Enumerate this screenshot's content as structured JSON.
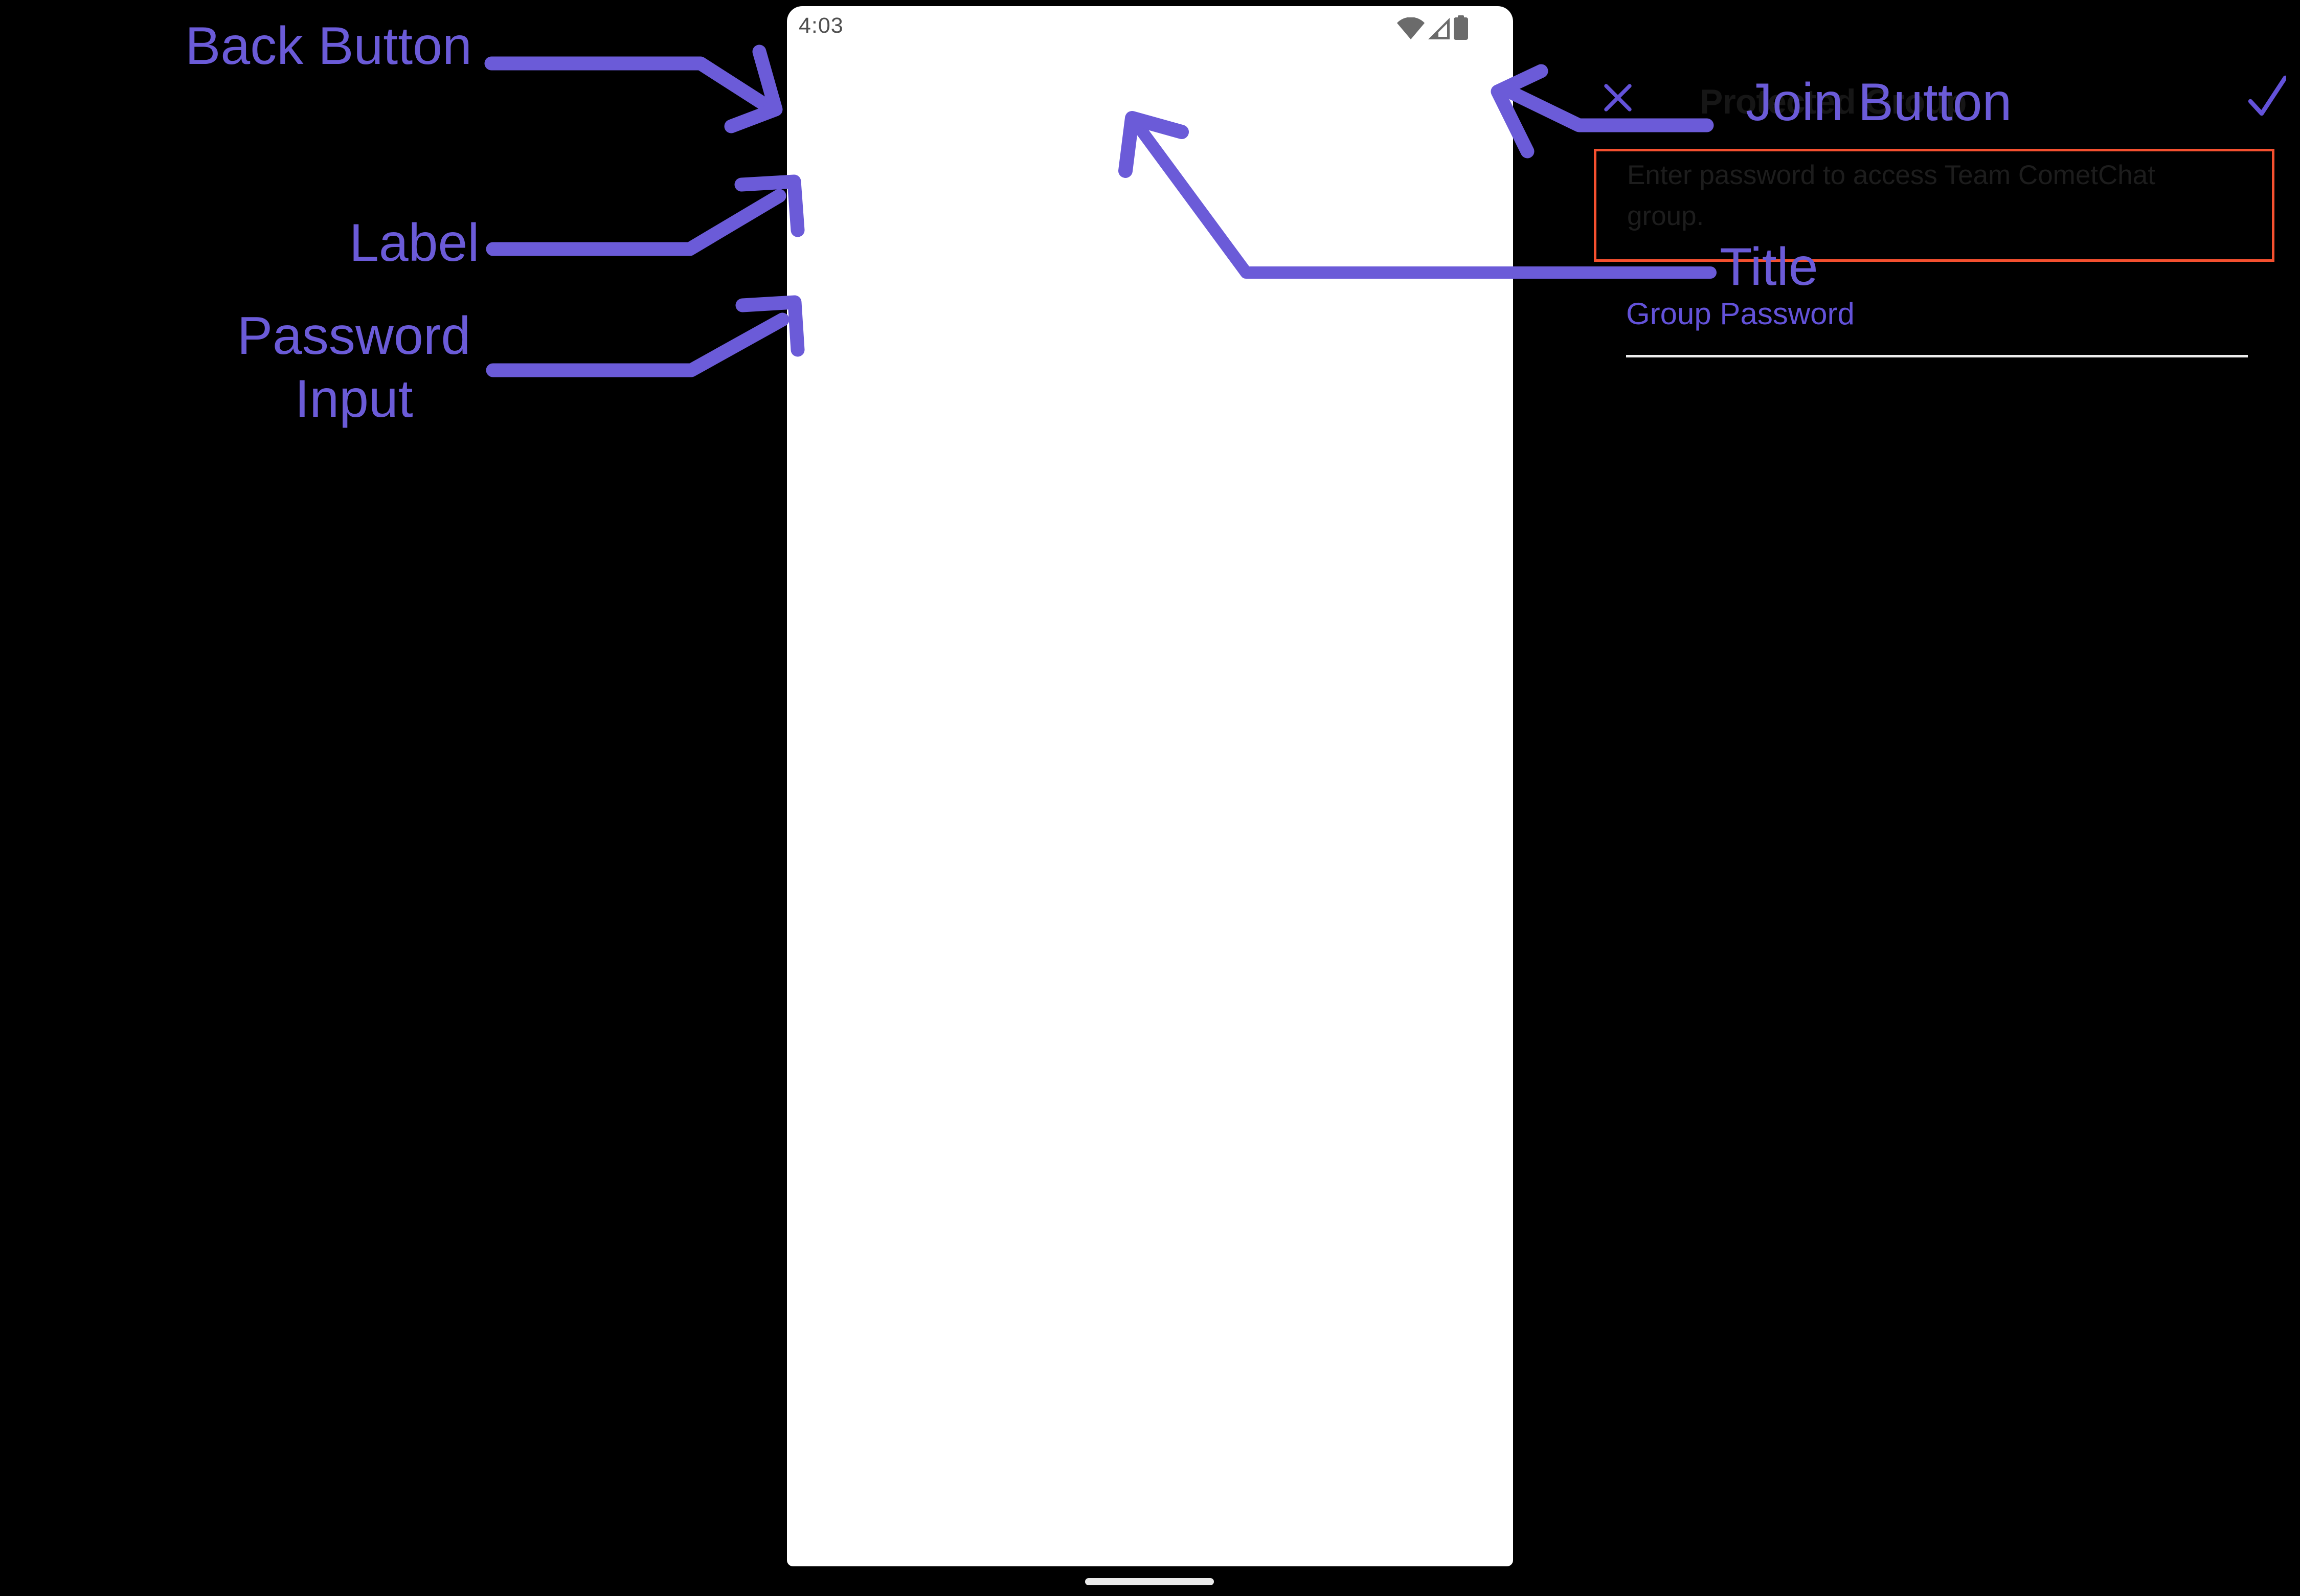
{
  "colors": {
    "background": "#000000",
    "annotation_purple": "#6B5BD8",
    "app_purple": "#6352D9",
    "title_black": "#161616",
    "body_black": "#1D1D1D",
    "status_gray": "#4F4F4F",
    "icon_gray": "#6B6B6B",
    "red_outline": "#F5502F",
    "underline_gray": "#EDEDED",
    "home_pill": "#E9E9E9",
    "phone_bg": "#FFFFFF"
  },
  "annotations": {
    "back_button_label": "Back Button",
    "label_label": "Label",
    "password_input_label": "Password Input",
    "join_button_label": "Join Button",
    "title_label": "Title"
  },
  "phone": {
    "status_bar": {
      "time": "4:03",
      "icons": [
        "wifi-icon",
        "cellular-signal-icon",
        "battery-icon"
      ]
    },
    "header": {
      "close_icon": "close-x-icon",
      "title": "Protected Group",
      "join_icon": "checkmark-icon"
    },
    "description": "Enter password to access Team CometChat group.",
    "password_field": {
      "label": "Group Password",
      "value": ""
    }
  }
}
